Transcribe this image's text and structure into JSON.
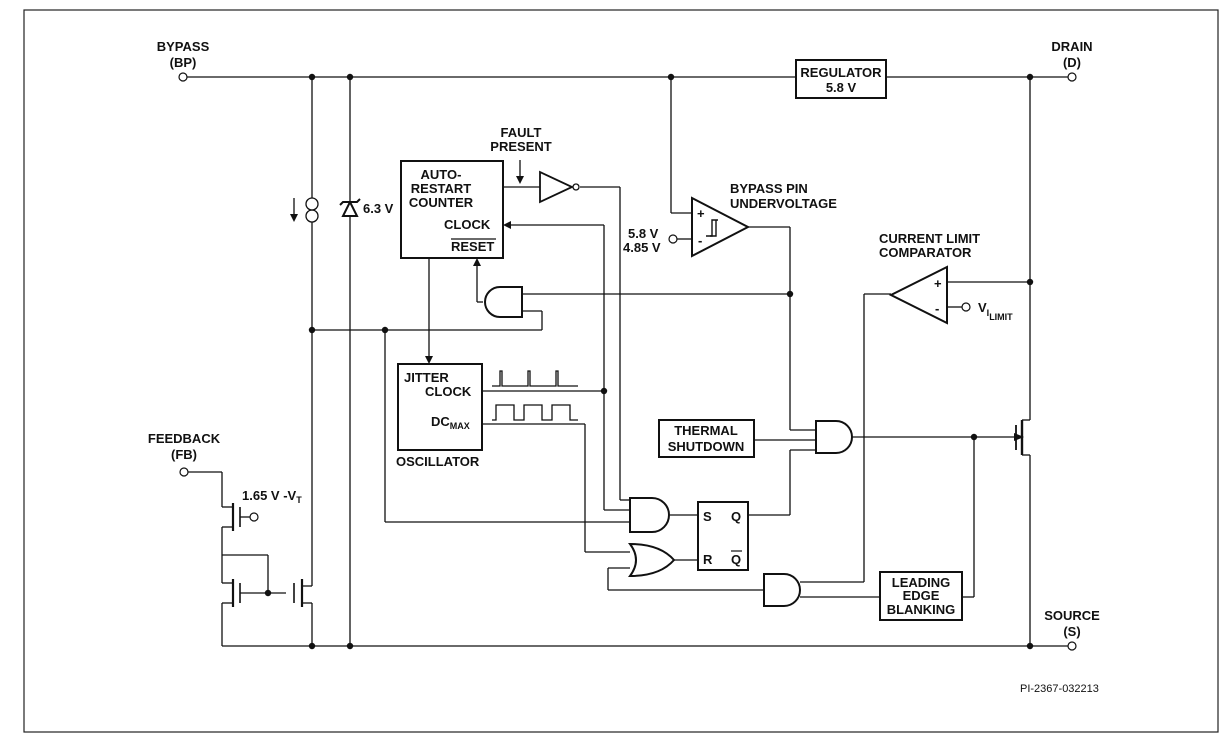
{
  "pins": {
    "bypass": "BYPASS",
    "bypass_abbr": "(BP)",
    "drain": "DRAIN",
    "drain_abbr": "(D)",
    "feedback": "FEEDBACK",
    "feedback_abbr": "(FB)",
    "source": "SOURCE",
    "source_abbr": "(S)"
  },
  "regulator": {
    "line1": "REGULATOR",
    "line2": "5.8 V"
  },
  "zener": "6.3 V",
  "auto_restart": {
    "line1": "AUTO-",
    "line2": "RESTART",
    "line3": "COUNTER",
    "clock": "CLOCK",
    "reset": "RESET"
  },
  "fault": {
    "line1": "FAULT",
    "line2": "PRESENT"
  },
  "bypass_uv": {
    "line1": "BYPASS PIN",
    "line2": "UNDERVOLTAGE",
    "v1": "5.8 V",
    "v2": "4.85 V",
    "plus": "+",
    "minus": "-"
  },
  "current_limit": {
    "line1": "CURRENT LIMIT",
    "line2": "COMPARATOR",
    "plus": "+",
    "minus": "-",
    "ref_main": "V",
    "ref_sub1": "I",
    "ref_sub2": "LIMIT"
  },
  "oscillator": {
    "jitter1": "JITTER",
    "jitter2": "CLOCK",
    "dc_main": "DC",
    "dc_sub": "MAX",
    "name": "OSCILLATOR"
  },
  "thermal": {
    "line1": "THERMAL",
    "line2": "SHUTDOWN"
  },
  "latch": {
    "s": "S",
    "r": "R",
    "q": "Q",
    "qbar": "Q"
  },
  "leb": {
    "line1": "LEADING",
    "line2": "EDGE",
    "line3": "BLANKING"
  },
  "fb_threshold": {
    "main": "1.65 V -V",
    "sub": "T"
  },
  "part_ref": "PI-2367-032213"
}
